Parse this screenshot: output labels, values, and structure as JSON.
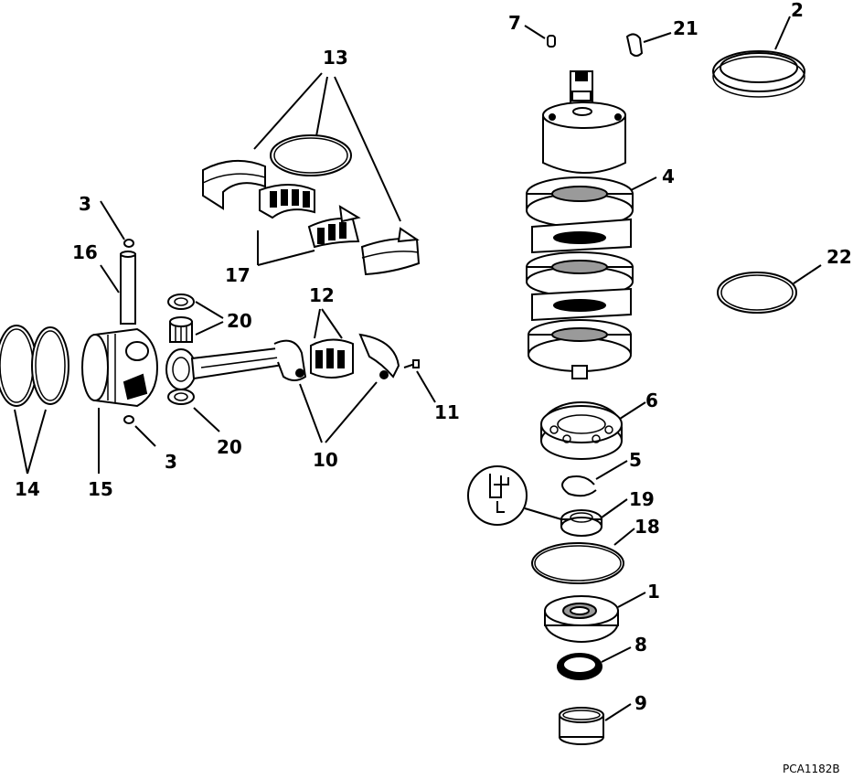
{
  "figure_id": "PCA1182B",
  "callouts": {
    "c1": "1",
    "c2": "2",
    "c3a": "3",
    "c3b": "3",
    "c4": "4",
    "c5": "5",
    "c6": "6",
    "c7": "7",
    "c8": "8",
    "c9": "9",
    "c10": "10",
    "c11": "11",
    "c12": "12",
    "c13": "13",
    "c14": "14",
    "c15": "15",
    "c16": "16",
    "c17": "17",
    "c18": "18",
    "c19": "19",
    "c20a": "20",
    "c20b": "20",
    "c21": "21",
    "c22": "22"
  }
}
